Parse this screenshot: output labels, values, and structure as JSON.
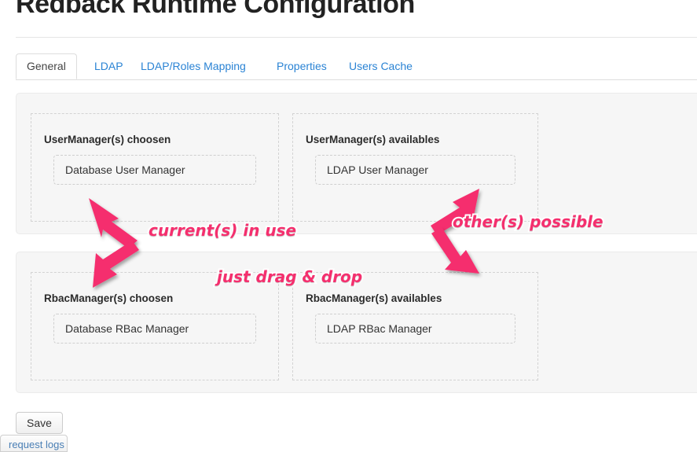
{
  "header": {
    "title": "Redback Runtime Configuration"
  },
  "tabs": [
    {
      "label": "General",
      "active": true
    },
    {
      "label": "LDAP",
      "active": false
    },
    {
      "label": "LDAP/Roles Mapping",
      "active": false
    },
    {
      "label": "Properties",
      "active": false
    },
    {
      "label": "Users Cache",
      "active": false
    }
  ],
  "panels": [
    {
      "name": "user-manager",
      "zones": [
        {
          "name": "user-manager-choosen",
          "title": "UserManager(s) choosen",
          "items": [
            {
              "label": "Database User Manager"
            }
          ]
        },
        {
          "name": "user-manager-availables",
          "title": "UserManager(s) availables",
          "items": [
            {
              "label": "LDAP User Manager"
            }
          ]
        }
      ]
    },
    {
      "name": "rbac-manager",
      "zones": [
        {
          "name": "rbac-manager-choosen",
          "title": "RbacManager(s) choosen",
          "items": [
            {
              "label": "Database RBac Manager"
            }
          ]
        },
        {
          "name": "rbac-manager-availables",
          "title": "RbacManager(s) availables",
          "items": [
            {
              "label": "LDAP RBac Manager"
            }
          ]
        }
      ]
    }
  ],
  "actions": {
    "save_label": "Save",
    "cut_off_label": "request logs  on"
  },
  "annotations": [
    {
      "name": "annotation-current-in-use",
      "text": "current(s) in use"
    },
    {
      "name": "annotation-others-possible",
      "text": "other(s) possible"
    },
    {
      "name": "annotation-drag-and-drop",
      "text": "just drag & drop"
    }
  ],
  "colors": {
    "annotation": "#f52f6e",
    "arrow": "#f52f6e",
    "tab_link": "#2a83d4",
    "panel_bg": "#f6f6f6"
  }
}
